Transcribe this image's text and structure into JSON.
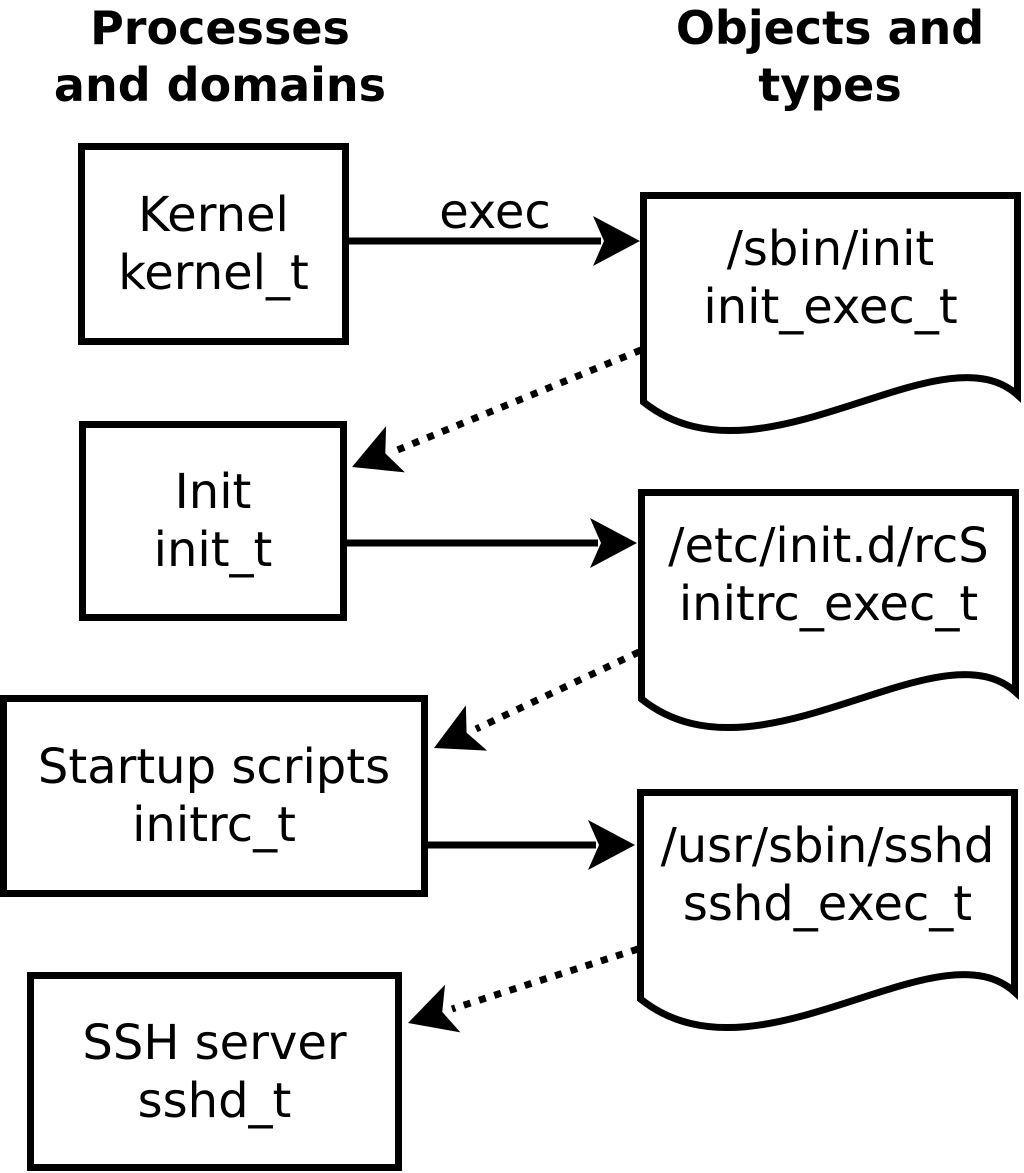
{
  "diagram": {
    "columns": {
      "left": {
        "line1": "Processes",
        "line2": "and domains"
      },
      "right": {
        "line1": "Objects and",
        "line2": "types"
      }
    },
    "process_nodes": [
      {
        "id": "kernel",
        "label": "Kernel",
        "domain": "kernel_t"
      },
      {
        "id": "init",
        "label": "Init",
        "domain": "init_t"
      },
      {
        "id": "startup-scripts",
        "label": "Startup scripts",
        "domain": "initrc_t"
      },
      {
        "id": "ssh-server",
        "label": "SSH server",
        "domain": "sshd_t"
      }
    ],
    "object_nodes": [
      {
        "id": "sbin-init",
        "path": "/sbin/init",
        "type": "init_exec_t"
      },
      {
        "id": "etc-init-d-rcS",
        "path": "/etc/init.d/rcS",
        "type": "initrc_exec_t"
      },
      {
        "id": "usr-sbin-sshd",
        "path": "/usr/sbin/sshd",
        "type": "sshd_exec_t"
      }
    ],
    "edges": [
      {
        "from": "kernel",
        "to": "sbin-init",
        "style": "solid",
        "label": "exec"
      },
      {
        "from": "sbin-init",
        "to": "init",
        "style": "dotted",
        "label": ""
      },
      {
        "from": "init",
        "to": "etc-init-d-rcS",
        "style": "solid",
        "label": ""
      },
      {
        "from": "etc-init-d-rcS",
        "to": "startup-scripts",
        "style": "dotted",
        "label": ""
      },
      {
        "from": "startup-scripts",
        "to": "usr-sbin-sshd",
        "style": "solid",
        "label": ""
      },
      {
        "from": "usr-sbin-sshd",
        "to": "ssh-server",
        "style": "dotted",
        "label": ""
      }
    ],
    "colors": {
      "stroke": "#000000",
      "background": "#ffffff",
      "text": "#000000"
    }
  }
}
